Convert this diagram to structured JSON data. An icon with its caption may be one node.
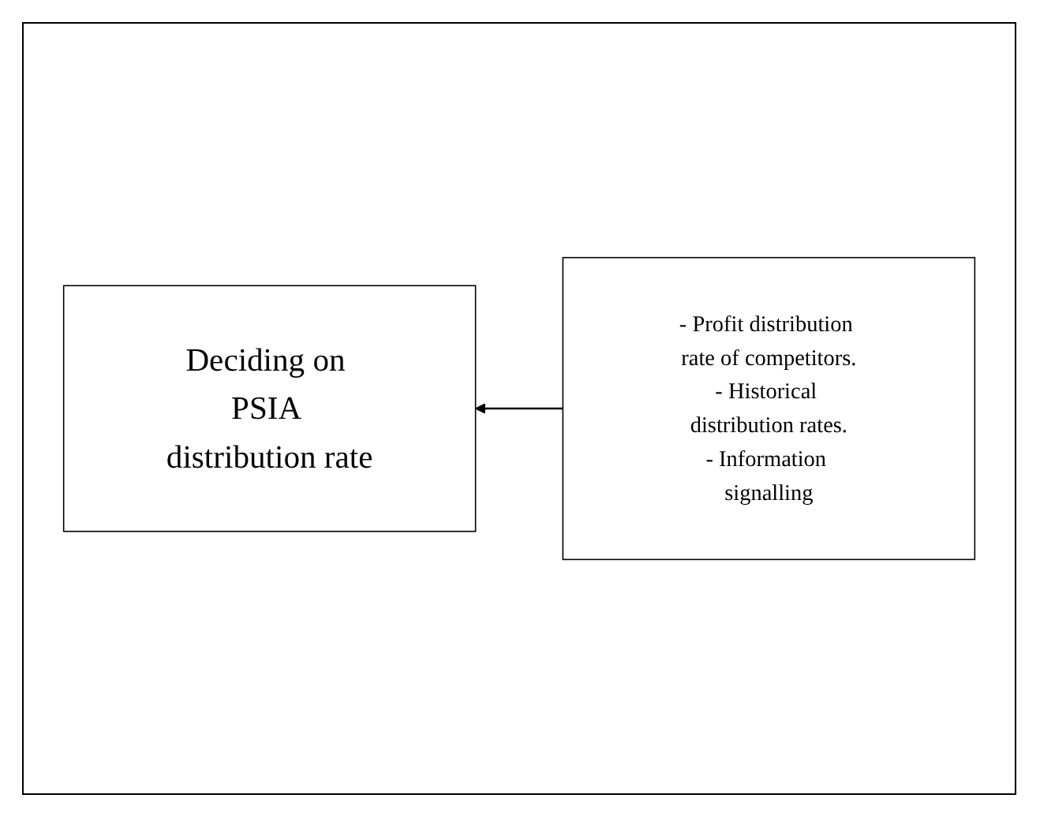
{
  "diagram": {
    "nodes": [
      {
        "text": [
          "Deciding on PSIA distribution rate"
        ]
      },
      {
        "text": [
          "- Profit distribution rate of competitors.",
          "- Historical distribution rates.",
          "- Information signalling"
        ]
      }
    ],
    "edges": [
      {
        "from": 1,
        "to": 0,
        "arrow": "to"
      }
    ]
  }
}
